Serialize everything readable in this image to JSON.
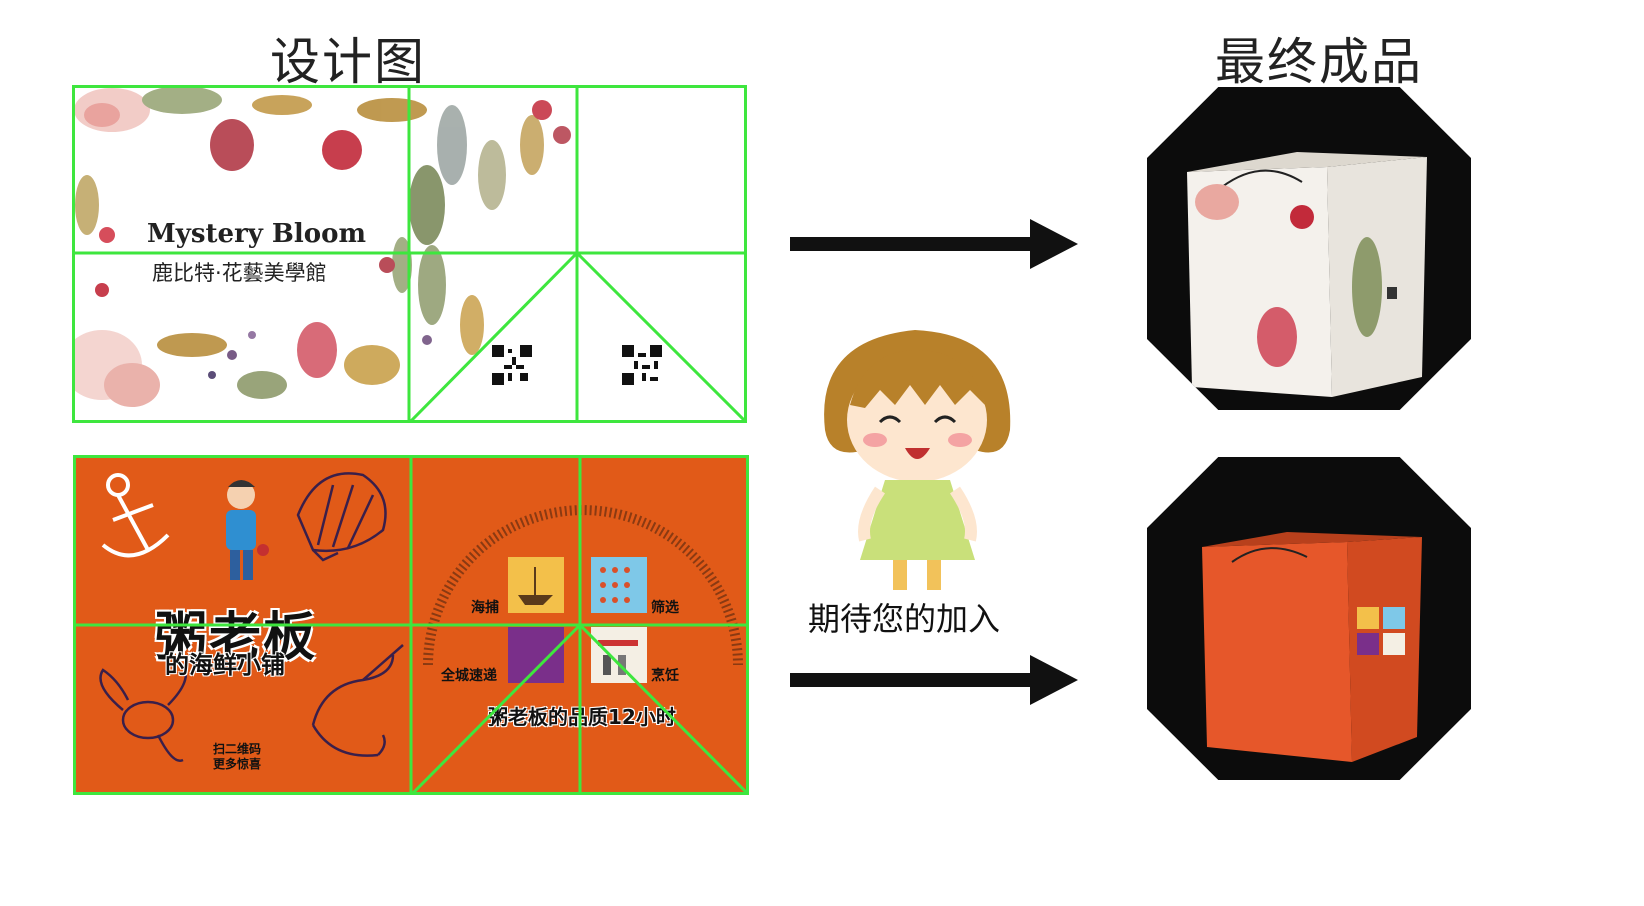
{
  "headings": {
    "design": "设计图",
    "final": "最终成品"
  },
  "floral_bag": {
    "brand_en": "Mystery Bloom",
    "brand_cn": "鹿比特·花藝美學館"
  },
  "seafood_bag": {
    "brand_main": "粥老板",
    "brand_sub": "的海鲜小铺",
    "steps": [
      "海捕",
      "筛选",
      "全城速递",
      "烹饪"
    ],
    "slogan": "粥老板的品质12小时",
    "scan_text": [
      "扫二维码",
      "更多惊喜"
    ]
  },
  "mascot_caption": "期待您的加入",
  "colors": {
    "guide_green": "#3ee63e",
    "orange": "#e15a18",
    "arrow": "#111111",
    "photo_bg": "#0c0c0c"
  },
  "icons": [
    "anchor-icon",
    "scallop-shell-icon",
    "lobster-icon",
    "shrimp-icon",
    "ship-icon",
    "chef-icon",
    "qr-code-icon"
  ]
}
